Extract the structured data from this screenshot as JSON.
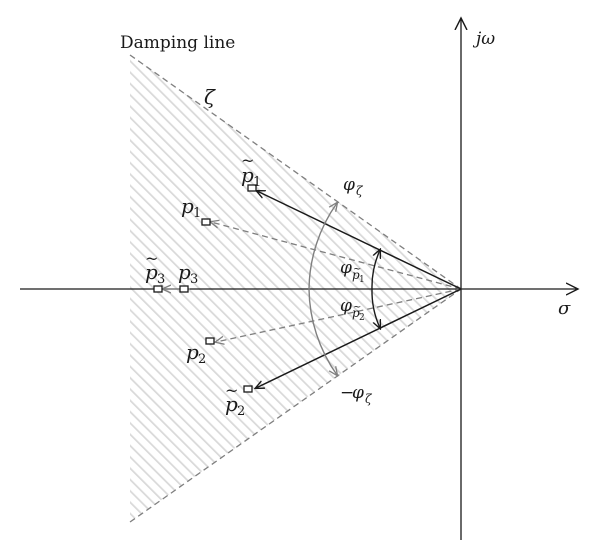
{
  "diagram": {
    "axis_labels": {
      "imag": "jω",
      "real": "σ"
    },
    "damping": {
      "line_label": "Damping line",
      "zeta_symbol": "ζ"
    },
    "angles": {
      "phi_symbol": "φ",
      "phi_zeta_sub": "ζ",
      "neg_phi_prefix": "−",
      "phi_p1_sub": "p",
      "phi_p1_sub_index": "1",
      "phi_p2_sub": "p",
      "phi_p2_sub_index": "2"
    },
    "poles": {
      "p1": {
        "letter": "p",
        "index": "1"
      },
      "p2": {
        "letter": "p",
        "index": "2"
      },
      "p3": {
        "letter": "p",
        "index": "3"
      },
      "pt1": {
        "letter": "p",
        "index": "1",
        "tilde": "~"
      },
      "pt2": {
        "letter": "p",
        "index": "2",
        "tilde": "~"
      },
      "pt3": {
        "letter": "p",
        "index": "3",
        "tilde": "~"
      }
    },
    "colors": {
      "hatch": "#d9d9d9",
      "dashed": "#7f7f7f",
      "arc": "#7f7f7f",
      "axis": "#1a1a1a"
    }
  }
}
